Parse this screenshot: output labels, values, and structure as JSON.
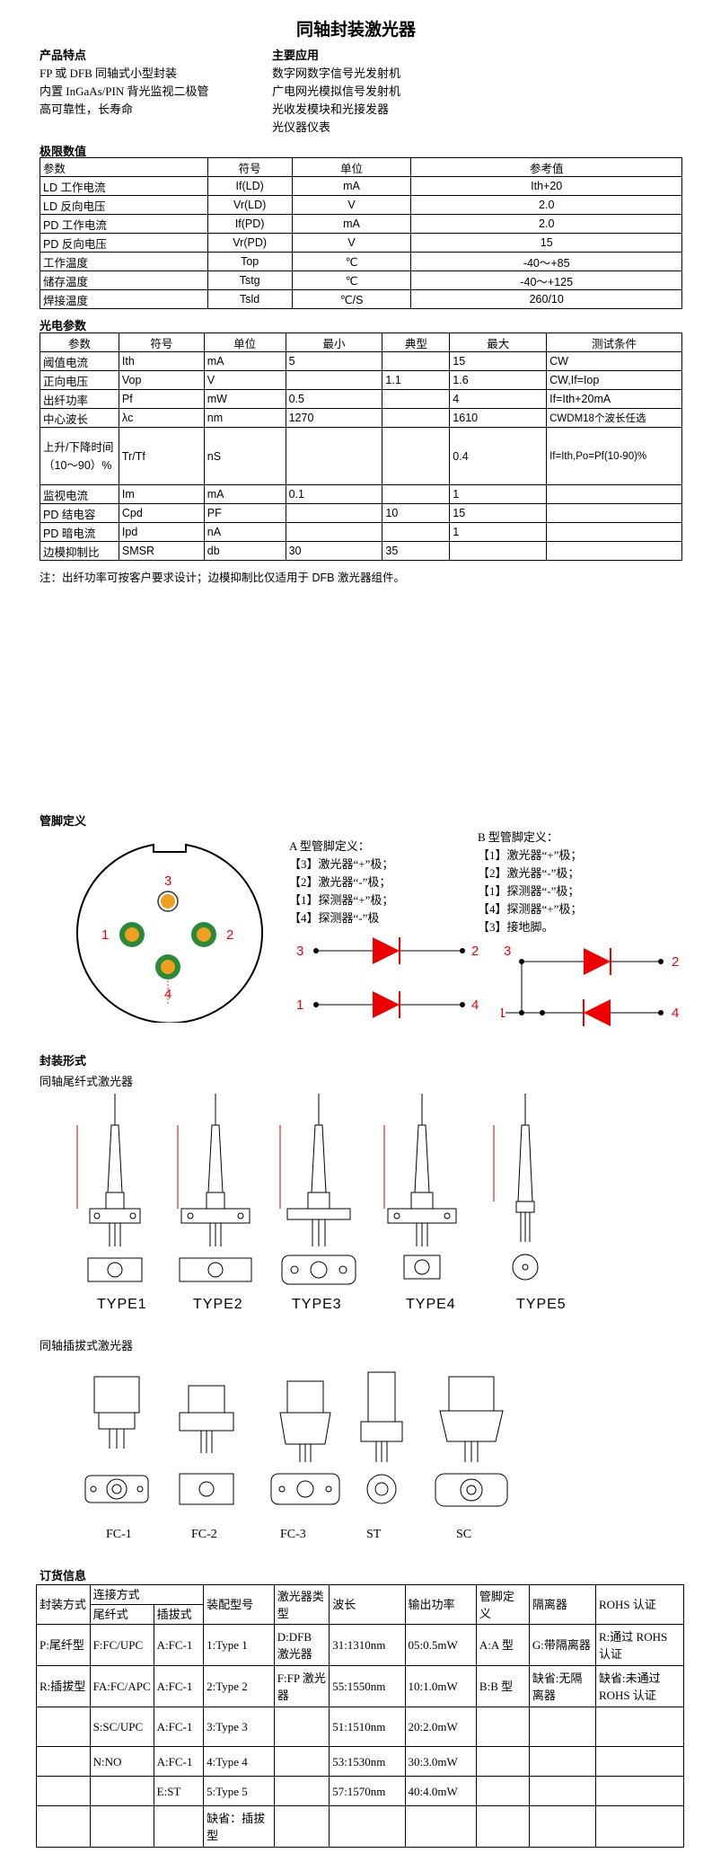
{
  "title": "同轴封装激光器",
  "features": {
    "heading": "产品特点",
    "items": [
      "FP 或 DFB 同轴式小型封装",
      "内置 InGaAs/PIN 背光监视二极管",
      "高可靠性，长寿命"
    ]
  },
  "applications": {
    "heading": "主要应用",
    "items": [
      "数字网数字信号光发射机",
      "广电网光模拟信号发射机",
      "光收发模块和光接发器",
      "光仪器仪表"
    ]
  },
  "limits": {
    "heading": "极限数值",
    "headers": [
      "参数",
      "符号",
      "单位",
      "参考值"
    ],
    "rows": [
      [
        "LD 工作电流",
        "If(LD)",
        "mA",
        "Ith+20"
      ],
      [
        "LD 反向电压",
        "Vr(LD)",
        "V",
        "2.0"
      ],
      [
        "PD 工作电流",
        "If(PD)",
        "mA",
        "2.0"
      ],
      [
        "PD 反向电压",
        "Vr(PD)",
        "V",
        "15"
      ],
      [
        "工作温度",
        "Top",
        "℃",
        "-40～+85"
      ],
      [
        "储存温度",
        "Tstg",
        "℃",
        "-40～+125"
      ],
      [
        "焊接温度",
        "Tsld",
        "℃/S",
        "260/10"
      ]
    ]
  },
  "optical": {
    "heading": "光电参数",
    "headers": [
      "参数",
      "符号",
      "单位",
      "最小",
      "典型",
      "最大",
      "测试条件"
    ],
    "rows": [
      [
        "阈值电流",
        "Ith",
        "mA",
        "5",
        "",
        "15",
        "CW"
      ],
      [
        "正向电压",
        "Vop",
        "V",
        "",
        "1.1",
        "1.6",
        "CW,If=Iop"
      ],
      [
        "出纤功率",
        "Pf",
        "mW",
        "0.5",
        "",
        "4",
        "If=Ith+20mA"
      ],
      [
        "中心波长",
        "λc",
        "nm",
        "1270",
        "",
        "1610",
        "CWDM18个波长任选"
      ],
      [
        "上升/下降时间（10～90）%",
        "Tr/Tf",
        "nS",
        "",
        "",
        "0.4",
        "If=Ith,Po=Pf(10-90)%"
      ],
      [
        "监视电流",
        "Im",
        "mA",
        "0.1",
        "",
        "1",
        ""
      ],
      [
        "PD 结电容",
        "Cpd",
        "PF",
        "",
        "10",
        "15",
        ""
      ],
      [
        "PD 暗电流",
        "Ipd",
        "nA",
        "",
        "",
        "1",
        ""
      ],
      [
        "边模抑制比",
        "SMSR",
        "db",
        "30",
        "35",
        "",
        ""
      ]
    ],
    "note": "注：出纤功率可按客户要求设计；边模抑制比仅适用于 DFB 激光器组件。"
  },
  "pins": {
    "heading": "管脚定义",
    "pin_numbers": [
      "1",
      "2",
      "3",
      "4"
    ],
    "type_a": {
      "title": "A 型管脚定义：",
      "items": [
        "【3】激光器“+”极；",
        "【2】激光器“-”极；",
        "【1】探测器“+”极；",
        "【4】探测器“-”极"
      ]
    },
    "type_b": {
      "title": "B 型管脚定义：",
      "items": [
        "【1】激光器“+”极；",
        "【2】激光器“-”极；",
        "【1】探测器“-”极；",
        "【4】探测器“+”极；",
        "【3】接地脚。"
      ]
    }
  },
  "packages": {
    "heading": "封装形式",
    "pigtail_title": "同轴尾纤式激光器",
    "pigtail_types": [
      "TYPE1",
      "TYPE2",
      "TYPE3",
      "TYPE4",
      "TYPE5"
    ],
    "receptacle_title": "同轴插拔式激光器",
    "receptacle_types": [
      "FC-1",
      "FC-2",
      "FC-3",
      "ST",
      "SC"
    ]
  },
  "ordering": {
    "heading": "订货信息",
    "header1": [
      "封装方式",
      "连接方式",
      "装配型号",
      "激光器类型",
      "波长",
      "输出功率",
      "管脚定义",
      "隔离器",
      "ROHS 认证"
    ],
    "header2": [
      "尾纤式",
      "插拔式"
    ],
    "rows": [
      [
        "P:尾纤型",
        "F:FC/UPC",
        "A:FC-1",
        "1:Type 1",
        "D:DFB 激光器",
        "31:1310nm",
        "05:0.5mW",
        "A:A 型",
        "G:带隔离器",
        "R:通过 ROHS 认证"
      ],
      [
        "R:插拔型",
        "FA:FC/APC",
        "A:FC-1",
        "2:Type 2",
        "F:FP 激光器",
        "55:1550nm",
        "10:1.0mW",
        "B:B 型",
        "缺省:无隔离器",
        "缺省:未通过 ROHS 认证"
      ],
      [
        "",
        "S:SC/UPC",
        "A:FC-1",
        "3:Type 3",
        "",
        "51:1510nm",
        "20:2.0mW",
        "",
        "",
        ""
      ],
      [
        "",
        "N:NO",
        "A:FC-1",
        "4:Type 4",
        "",
        "53:1530nm",
        "30:3.0mW",
        "",
        "",
        ""
      ],
      [
        "",
        "",
        "E:ST",
        "5:Type 5",
        "",
        "57:1570nm",
        "40:4.0mW",
        "",
        "",
        ""
      ],
      [
        "",
        "",
        "",
        "缺省：插拔型",
        "",
        "",
        "",
        "",
        "",
        ""
      ]
    ]
  },
  "colors": {
    "pin_fill": "#f0a020",
    "pin_ring": "#2a8a3a",
    "diode": "#e00000"
  }
}
